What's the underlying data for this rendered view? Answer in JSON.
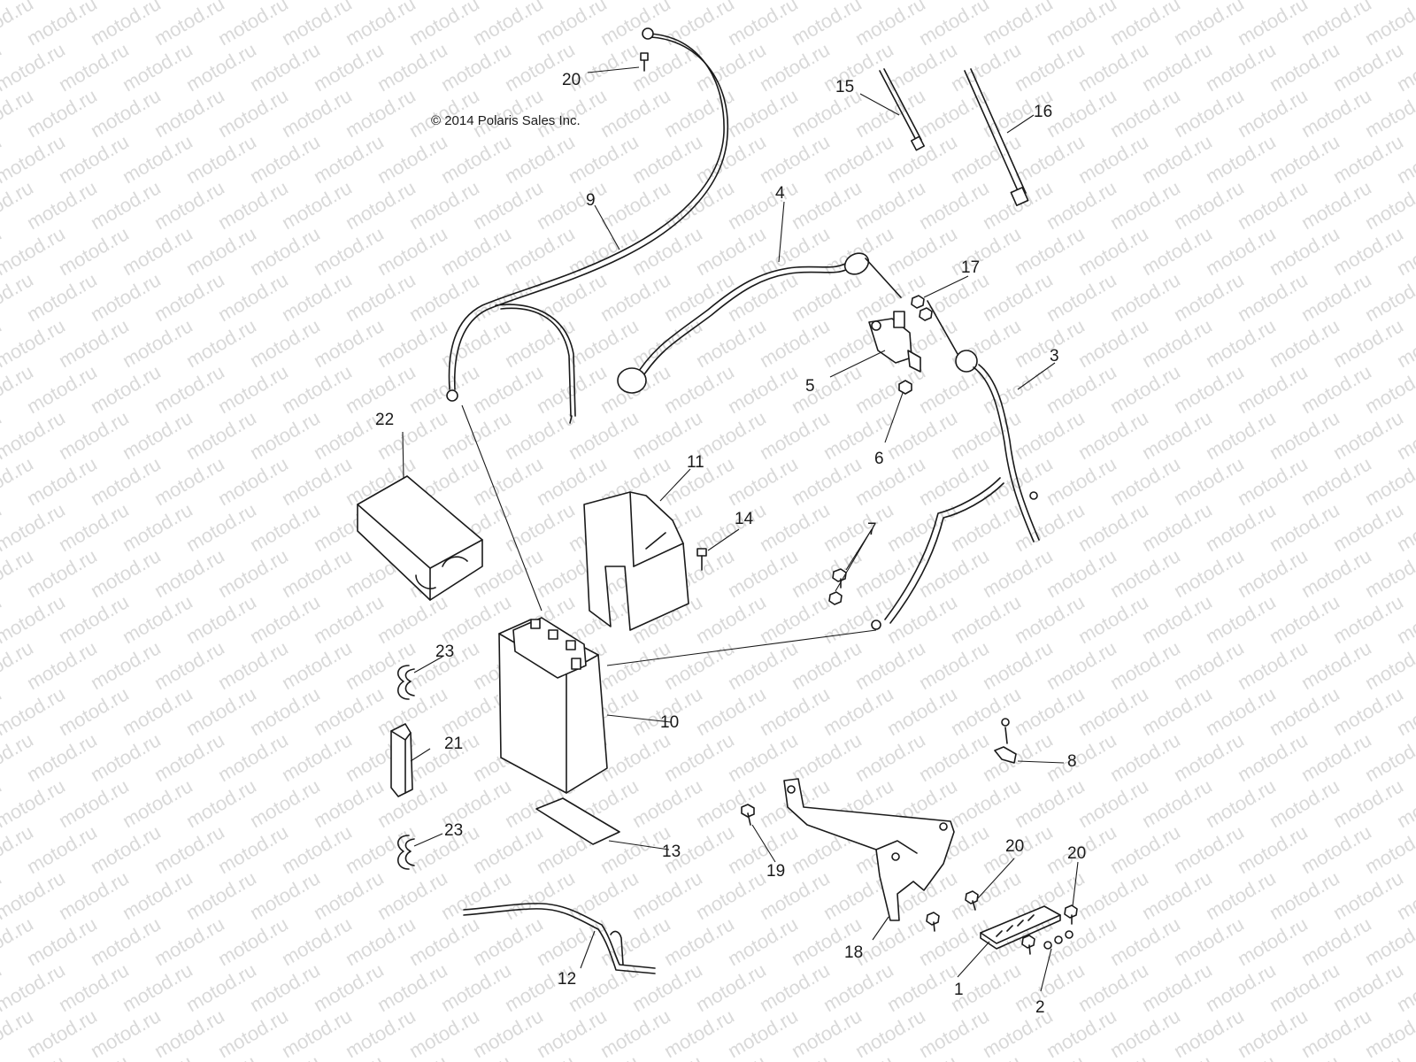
{
  "copyright": "© 2014 Polaris Sales Inc.",
  "watermark_text": "motod.ru",
  "callouts": {
    "c1": "1",
    "c2": "2",
    "c3": "3",
    "c4": "4",
    "c5": "5",
    "c6": "6",
    "c7": "7",
    "c8": "8",
    "c9": "9",
    "c10": "10",
    "c11": "11",
    "c12": "12",
    "c13": "13",
    "c14": "14",
    "c15": "15",
    "c16": "16",
    "c17": "17",
    "c18": "18",
    "c19": "19",
    "c20a": "20",
    "c20b": "20",
    "c20c": "20",
    "c21": "21",
    "c22": "22",
    "c23a": "23",
    "c23b": "23"
  }
}
